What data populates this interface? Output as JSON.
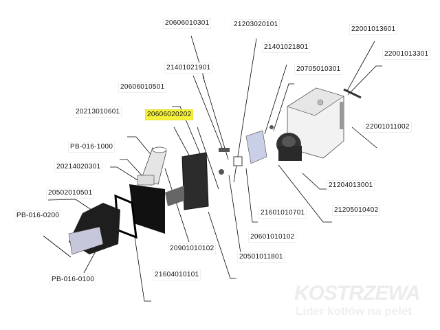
{
  "parts": {
    "p01": "20606010301",
    "p02": "21203020101",
    "p03": "22001013601",
    "p04": "21401021801",
    "p05": "22001013301",
    "p06": "20705010301",
    "p07": "21401021901",
    "p08": "20606010501",
    "p09": "20213010601",
    "p10": "20606020202",
    "p11": "22001011002",
    "p12": "PB-016-1000",
    "p13": "20214020301",
    "p14": "21204013001",
    "p15": "20502010501",
    "p16": "21601010701",
    "p17": "21205010402",
    "p18": "PB-016-0200",
    "p19": "20601010102",
    "p20": "20901010102",
    "p21": "20501011801",
    "p22": "PB-016-0100",
    "p23": "21604010101"
  },
  "highlighted_part": "20606020202",
  "highlight_color": "#f5f13a",
  "watermark": {
    "brand": "KOSTRZEWA",
    "tagline": "Lider kotłów na pelet"
  }
}
